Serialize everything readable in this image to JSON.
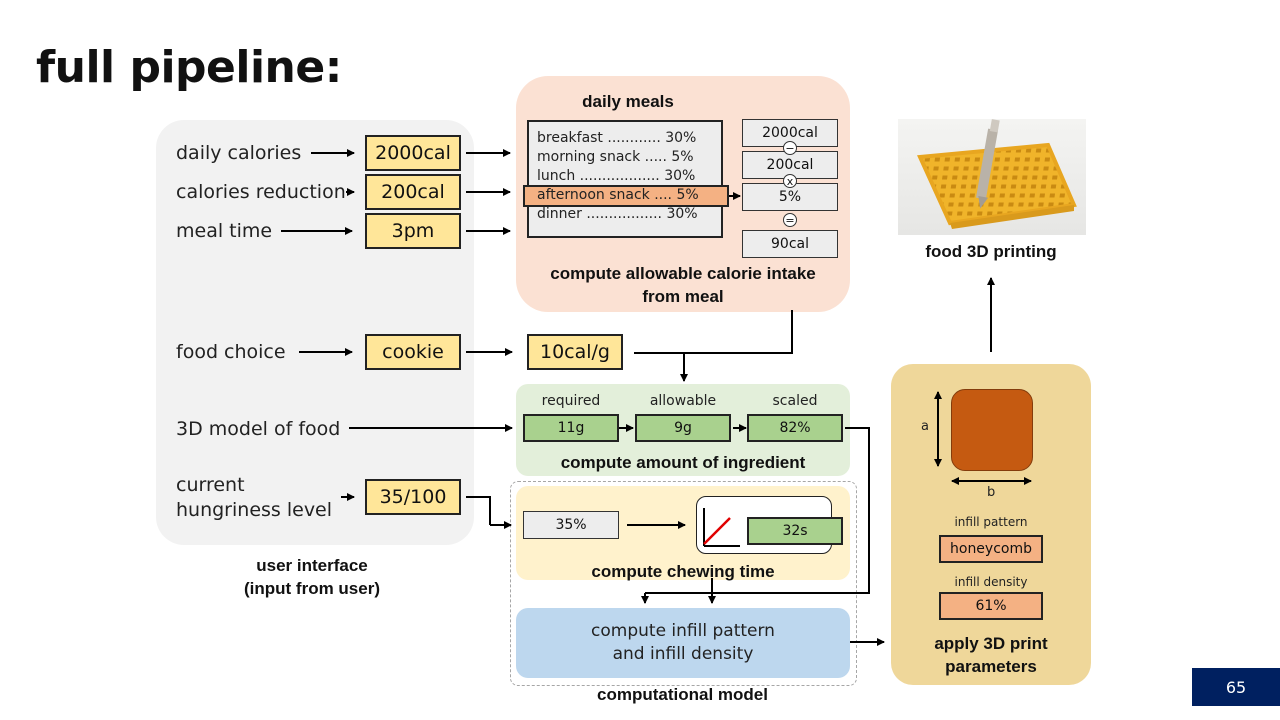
{
  "title": "full pipeline:",
  "user_interface": {
    "inputs": {
      "daily_calories": {
        "label": "daily calories",
        "value": "2000cal"
      },
      "calories_reduction": {
        "label": "calories reduction",
        "value": "200cal"
      },
      "meal_time": {
        "label": "meal time",
        "value": "3pm"
      },
      "food_choice": {
        "label": "food choice",
        "value": "cookie"
      },
      "model_3d": {
        "label": "3D model of food"
      },
      "hungriness": {
        "label_line1": "current",
        "label_line2": "hungriness level",
        "value": "35/100"
      }
    },
    "caption_line1": "user interface",
    "caption_line2": "(input from user)"
  },
  "daily_meals": {
    "title": "daily meals",
    "meals": [
      "breakfast ............ 30%",
      "morning snack .....  5%",
      "lunch .................. 30%",
      "afternoon snack .... 5%",
      "dinner ................. 30%"
    ],
    "calc": [
      "2000cal",
      "200cal",
      "5%",
      "90cal"
    ],
    "ops": [
      "−",
      "x",
      "="
    ],
    "caption_line1": "compute allowable calorie intake",
    "caption_line2": "from meal"
  },
  "food_density": "10cal/g",
  "ingredient": {
    "headers": [
      "required",
      "allowable",
      "scaled"
    ],
    "values": [
      "11g",
      "9g",
      "82%"
    ],
    "caption": "compute amount of ingredient"
  },
  "chewing": {
    "input": "35%",
    "output": "32s",
    "caption": "compute chewing time"
  },
  "infill_compute": {
    "line1": "compute infill pattern",
    "line2": "and infill density"
  },
  "computational_model_caption": "computational model",
  "print_params": {
    "dim_a": "a",
    "dim_b": "b",
    "infill_pattern_label": "infill pattern",
    "infill_pattern_value": "honeycomb",
    "infill_density_label": "infill density",
    "infill_density_value": "61%",
    "caption_line1": "apply 3D print",
    "caption_line2": "parameters",
    "shape_color": "#c55a11"
  },
  "food_printing_caption": "food 3D printing",
  "page_number": "65"
}
